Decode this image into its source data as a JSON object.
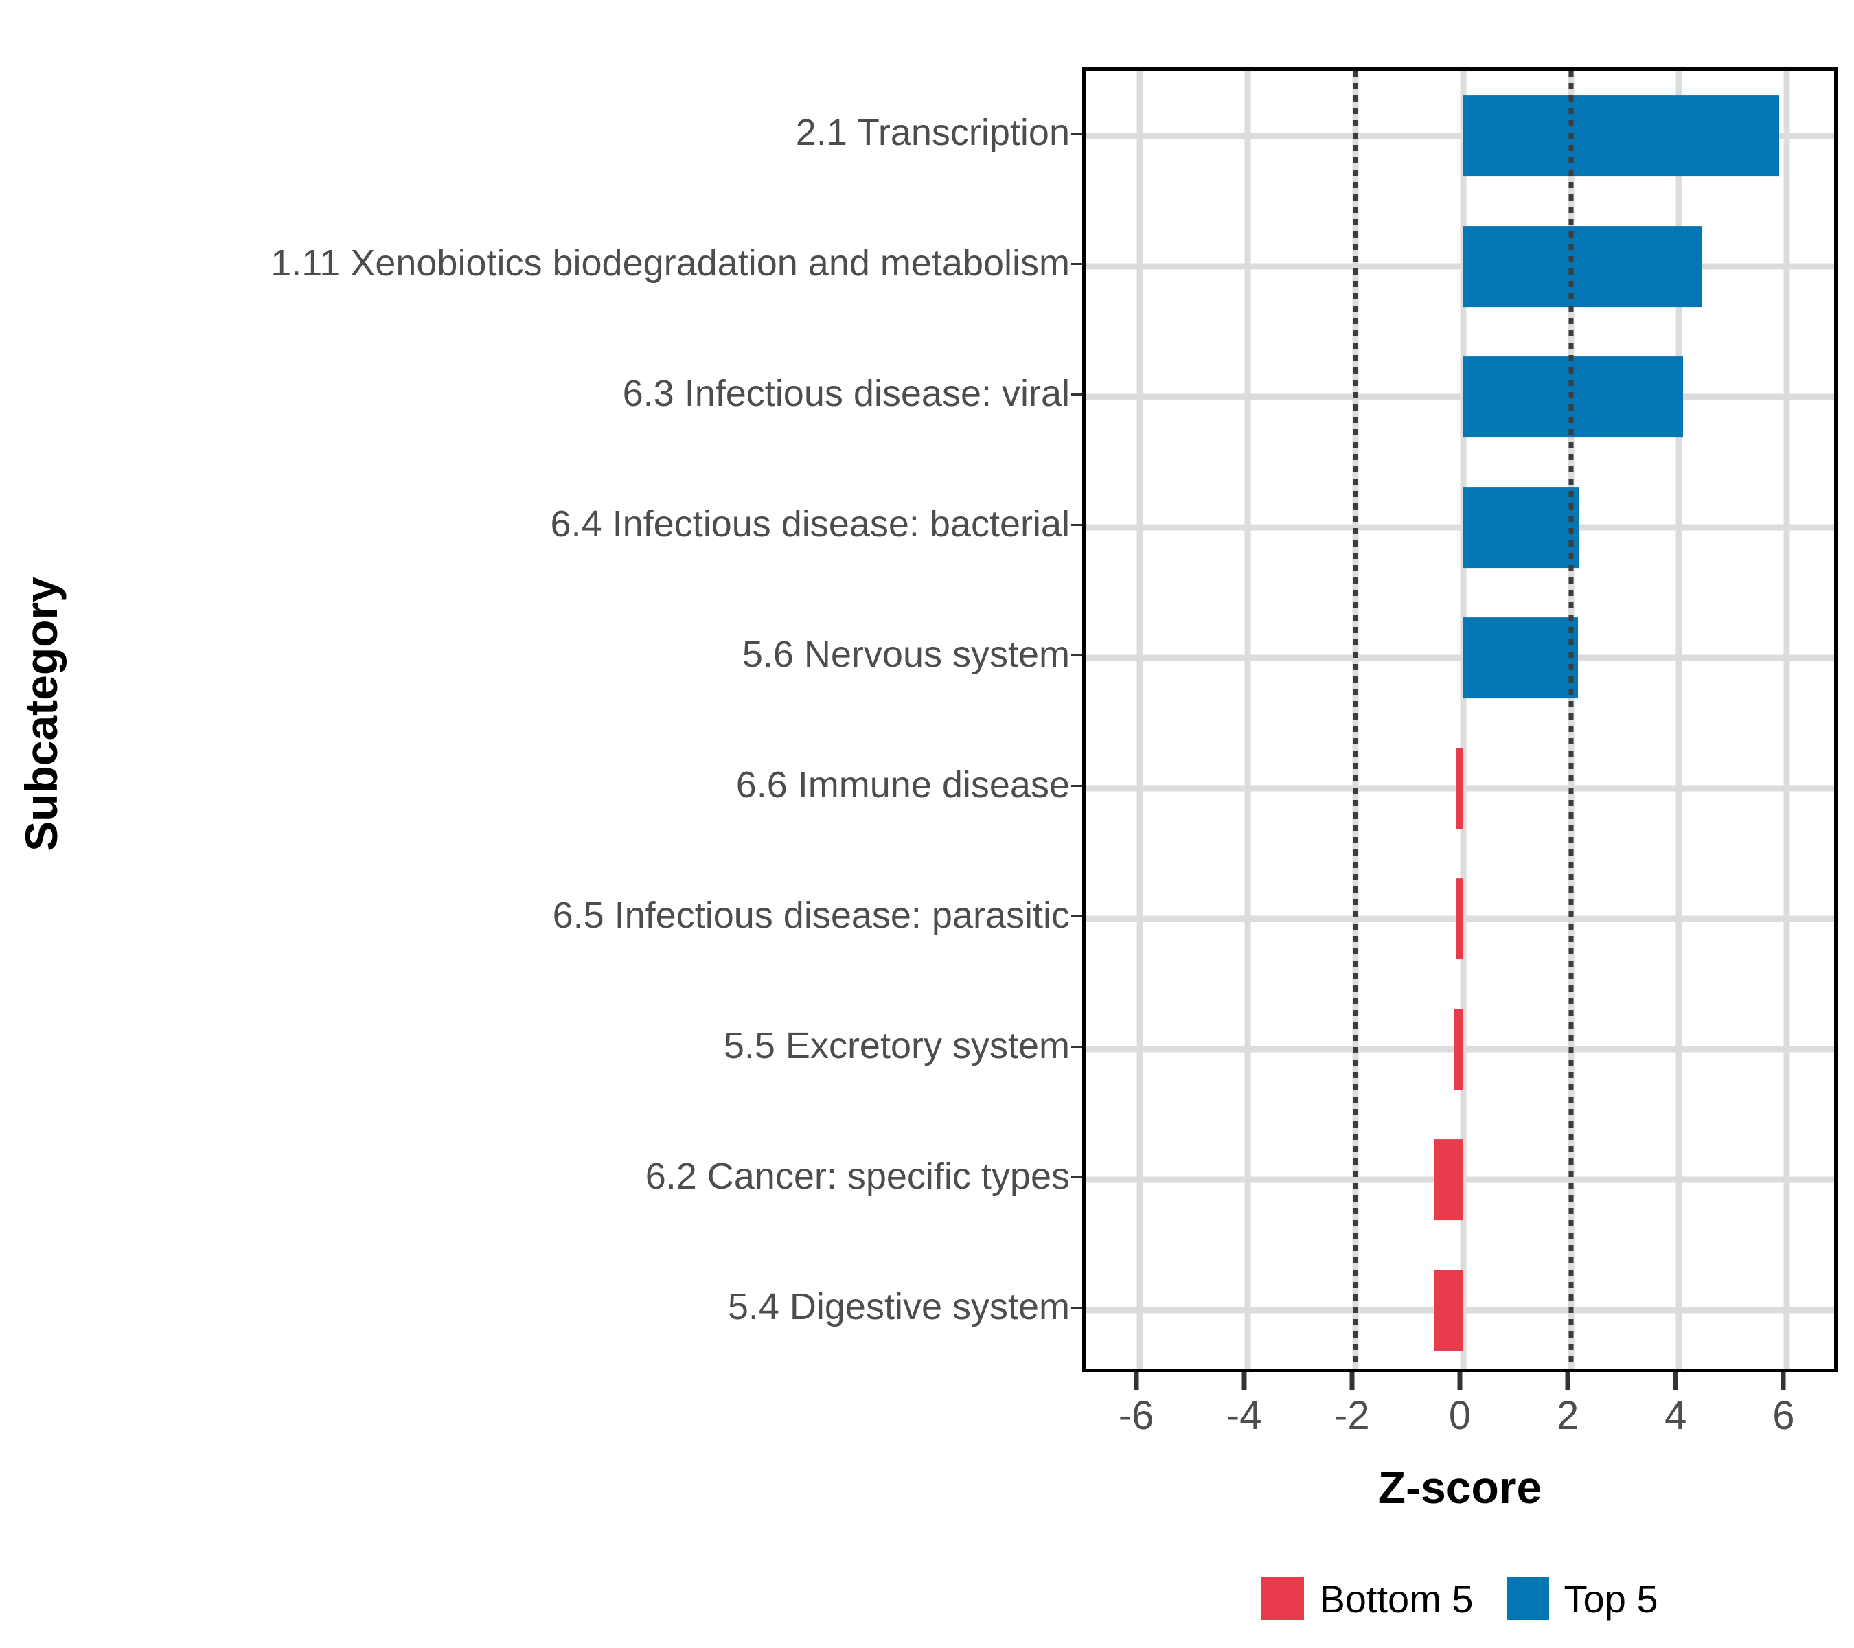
{
  "axes": {
    "y_title": "Subcategory",
    "x_title": "Z-score",
    "x_ticks": [
      "-6",
      "-4",
      "-2",
      "0",
      "2",
      "4",
      "6"
    ]
  },
  "legend": {
    "items": [
      {
        "label": "Bottom 5",
        "color": "#e83b4c",
        "key": "bottom5"
      },
      {
        "label": "Top 5",
        "color": "#0476b4",
        "key": "top5"
      }
    ]
  },
  "chart_data": {
    "type": "bar",
    "orientation": "horizontal",
    "title": "",
    "xlabel": "Z-score",
    "ylabel": "Subcategory",
    "xlim": [
      -7,
      7
    ],
    "xticks": [
      -6,
      -4,
      -2,
      0,
      2,
      4,
      6
    ],
    "grid": true,
    "legend_position": "bottom",
    "reference_lines": [
      -2,
      2
    ],
    "reference_line_style": "dotted",
    "categories": [
      "2.1 Transcription",
      "1.11 Xenobiotics biodegradation and metabolism",
      "6.3 Infectious disease: viral",
      "6.4 Infectious disease: bacterial",
      "5.6 Nervous system",
      "6.6 Immune disease",
      "6.5 Infectious disease: parasitic",
      "5.5 Excretory system",
      "6.2 Cancer: specific types",
      "5.4 Digestive system"
    ],
    "values": [
      5.86,
      4.41,
      4.07,
      2.14,
      2.13,
      -0.13,
      -0.14,
      -0.16,
      -0.53,
      -0.54
    ],
    "groups": [
      "Top 5",
      "Top 5",
      "Top 5",
      "Top 5",
      "Top 5",
      "Bottom 5",
      "Bottom 5",
      "Bottom 5",
      "Bottom 5",
      "Bottom 5"
    ],
    "colors": {
      "Top 5": "#0476b4",
      "Bottom 5": "#e83b4c"
    }
  }
}
